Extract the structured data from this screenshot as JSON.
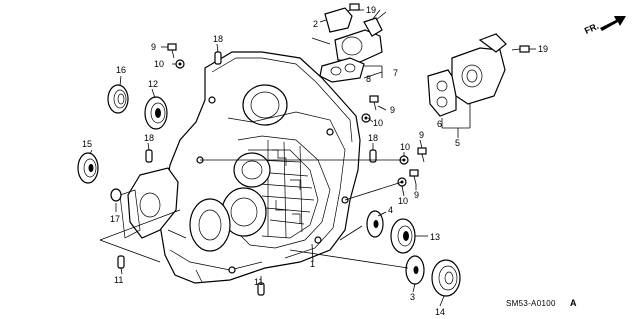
{
  "diagram": {
    "orientation_label": "FR.",
    "code": "SM53-A0100",
    "code_suffix": "A",
    "callouts": {
      "p1": "1",
      "p2": "2",
      "p3": "3",
      "p4": "4",
      "p5": "5",
      "p6": "6",
      "p7": "7",
      "p8": "8",
      "p9a": "9",
      "p9b": "9",
      "p9c": "9",
      "p9d": "9",
      "p10a": "10",
      "p10b": "10",
      "p10c": "10",
      "p10d": "10",
      "p11a": "11",
      "p11b": "11",
      "p12": "12",
      "p13": "13",
      "p14": "14",
      "p15": "15",
      "p16": "16",
      "p17": "17",
      "p18a": "18",
      "p18b": "18",
      "p18c": "18",
      "p19a": "19",
      "p19b": "19"
    }
  }
}
